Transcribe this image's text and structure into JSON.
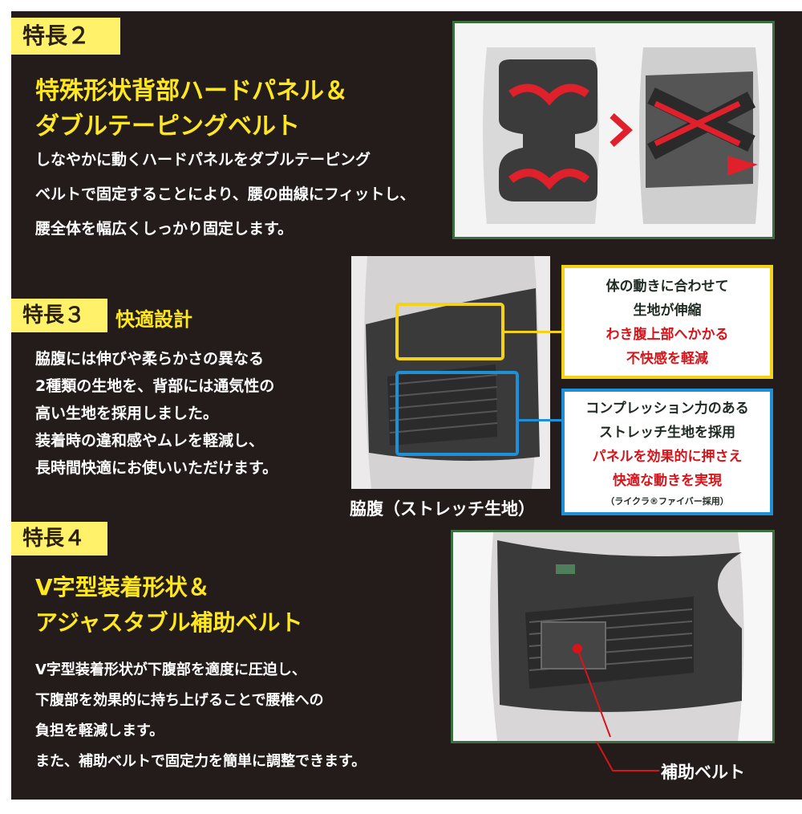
{
  "feature2": {
    "badge": "特長２",
    "title_line1": "特殊形状背部ハードパネル＆",
    "title_line2": "ダブルテーピングベルト",
    "body": [
      "しなやかに動くハードパネルをダブルテーピング",
      "ベルトで固定することにより、腰の曲線にフィットし、",
      "腰全体を幅広くしっかり固定します。"
    ]
  },
  "feature3": {
    "badge": "特長３",
    "title": "快適設計",
    "body": [
      "脇腹には伸びや柔らかさの異なる",
      "2種類の生地を、背部には通気性の",
      "高い生地を採用しました。",
      "装着時の違和感やムレを軽減し、",
      "長時間快適にお使いいただけます。"
    ],
    "photo_caption": "脇腹（ストレッチ生地）",
    "callout_yellow": {
      "lines_dark": [
        "体の動きに合わせて",
        "生地が伸縮"
      ],
      "lines_red": [
        "わき腹上部へかかる",
        "不快感を軽減"
      ]
    },
    "callout_blue": {
      "lines_dark": [
        "コンプレッション力のある",
        "ストレッチ生地を採用"
      ],
      "lines_red": [
        "パネルを効果的に押さえ",
        "快適な動きを実現"
      ],
      "note": "（ライクラ®ファイバー採用）"
    }
  },
  "feature4": {
    "badge": "特長４",
    "title_line1": "V字型装着形状＆",
    "title_line2": "アジャスタブル補助ベルト",
    "body": [
      "V字型装着形状が下腹部を適度に圧迫し、",
      "下腹部を効果的に持ち上げることで腰椎への",
      "負担を軽減します。",
      "また、補助ベルトで固定力を簡単に調整できます。"
    ],
    "belt_label": "補助ベルト"
  },
  "colors": {
    "background": "#241c1b",
    "badge": "#fff16a",
    "title_yellow": "#ffe81f",
    "accent_red": "#d8141b",
    "frame_green": "#3c6e3f",
    "callout_yellow_border": "#f5d21a",
    "callout_blue_border": "#1f8fd8"
  }
}
